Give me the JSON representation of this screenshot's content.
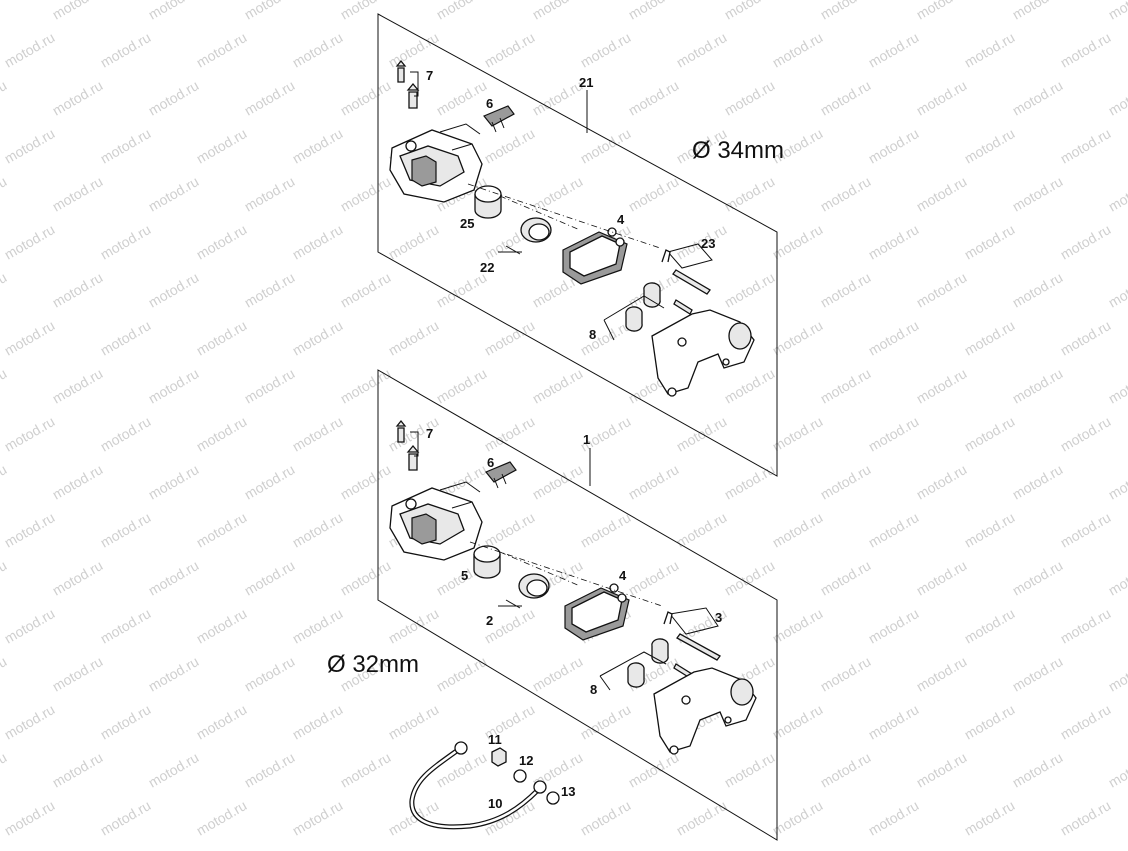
{
  "watermark": {
    "text": "motod.ru"
  },
  "top_assembly": {
    "diameter": "Ø 34mm",
    "callouts": {
      "assembly": "21",
      "bleeder": "7",
      "spring": "6",
      "piston": "25",
      "seal": "22",
      "pads": "4",
      "pin_kit": "23",
      "bracket_kit": "8"
    }
  },
  "bottom_assembly": {
    "diameter": "Ø 32mm",
    "callouts": {
      "assembly": "1",
      "bleeder": "7",
      "spring": "6",
      "piston": "5",
      "seal": "2",
      "pads": "4",
      "pin_kit": "3",
      "bracket_kit": "8"
    }
  },
  "hose": {
    "callouts": {
      "bolt": "11",
      "washer_a": "12",
      "hose": "10",
      "washer_b": "13"
    }
  }
}
